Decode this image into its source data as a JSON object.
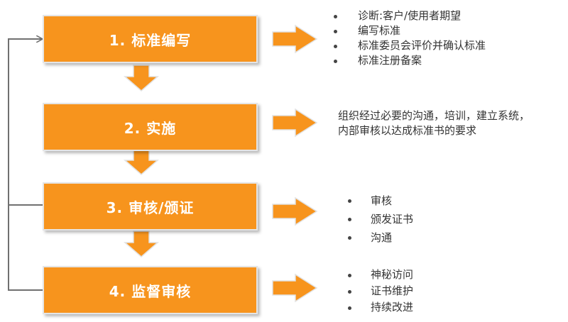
{
  "colors": {
    "box_fill": "#F7941D",
    "arrow_fill": "#F7941D",
    "connector_line": "#707070",
    "text": "#333333"
  },
  "steps": [
    {
      "title": "1. 标准编写"
    },
    {
      "title": "2. 实施"
    },
    {
      "title": "3. 审核/颁证"
    },
    {
      "title": "4. 监督审核"
    }
  ],
  "details": {
    "step1": [
      "诊断:客户/使用者期望",
      "编写标准",
      "标准委员会评价并确认标准",
      "标准注册备案"
    ],
    "step2": [
      "组织经过必要的沟通，培训，建立系统，",
      "内部审核以达成标准书的要求"
    ],
    "step3": [
      "审核",
      "颁发证书",
      "沟通"
    ],
    "step4": [
      "神秘访问",
      "证书维护",
      "持续改进"
    ]
  },
  "icons": {
    "down_arrow": "down-arrow-icon",
    "right_arrow": "right-arrow-icon",
    "feedback_loop": "feedback-loop-line"
  }
}
